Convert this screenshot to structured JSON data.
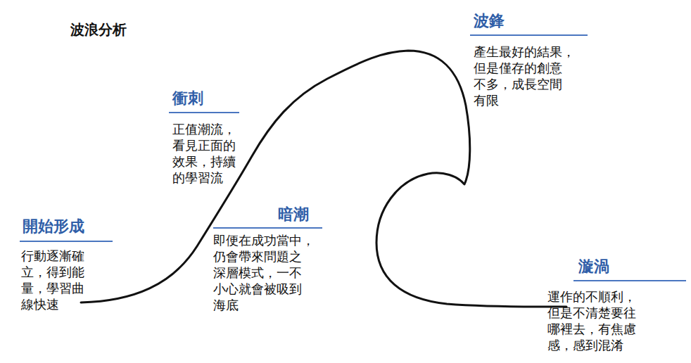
{
  "diagram": {
    "title": "波浪分析",
    "labels": [
      "開始形成",
      "行動逐漸確 立，得到能 量，學習曲 線快速",
      "衝刺",
      "正值潮流， 看見正面的 效果，持續 的學習流",
      "暗潮",
      "即便在成功當中， 仍會帶來問題之 深層模式，一不 小心就會被吸到 海底",
      "波鋒",
      "產生最好的結果， 但是僅存的創意 不多，成長空間 有限",
      "漩渦",
      "運作的不順利， 但是不清楚要往 哪裡去，有焦慮 感，感到混淆"
    ]
  }
}
